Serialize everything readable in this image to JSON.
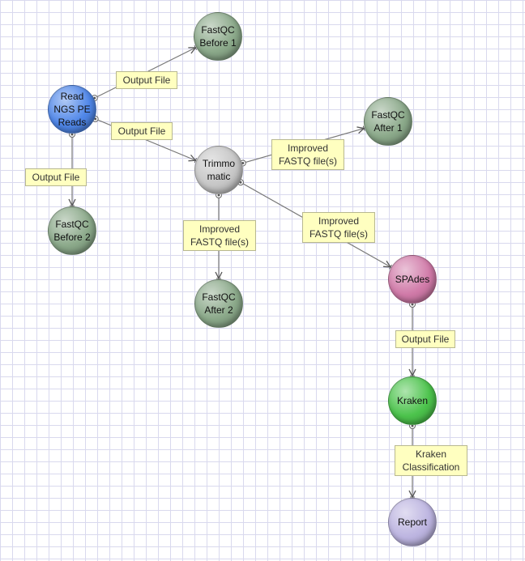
{
  "nodes": {
    "read": {
      "label": "Read\nNGS PE\nReads",
      "color": "#4f86e8"
    },
    "fastqc_b1": {
      "label": "FastQC\nBefore 1",
      "color": "#8ba98a"
    },
    "fastqc_b2": {
      "label": "FastQC\nBefore 2",
      "color": "#8ba98a"
    },
    "trimmomatic": {
      "label": "Trimmo\nmatic",
      "color": "#c6c6c6"
    },
    "fastqc_a1": {
      "label": "FastQC\nAfter 1",
      "color": "#8ba98a"
    },
    "fastqc_a2": {
      "label": "FastQC\nAfter 2",
      "color": "#8ba98a"
    },
    "spades": {
      "label": "SPAdes",
      "color": "#d07aa8"
    },
    "kraken": {
      "label": "Kraken",
      "color": "#4cc34c"
    },
    "report": {
      "label": "Report",
      "color": "#bcb4e0"
    }
  },
  "edges": [
    {
      "from": "read",
      "to": "fastqc_b1",
      "label": "Output File"
    },
    {
      "from": "read",
      "to": "trimmomatic",
      "label": "Output File"
    },
    {
      "from": "read",
      "to": "fastqc_b2",
      "label": "Output File"
    },
    {
      "from": "trimmomatic",
      "to": "fastqc_a1",
      "label": "Improved\nFASTQ file(s)"
    },
    {
      "from": "trimmomatic",
      "to": "fastqc_a2",
      "label": "Improved\nFASTQ file(s)"
    },
    {
      "from": "trimmomatic",
      "to": "spades",
      "label": "Improved\nFASTQ file(s)"
    },
    {
      "from": "spades",
      "to": "kraken",
      "label": "Output File"
    },
    {
      "from": "kraken",
      "to": "report",
      "label": "Kraken\nClassification"
    }
  ]
}
